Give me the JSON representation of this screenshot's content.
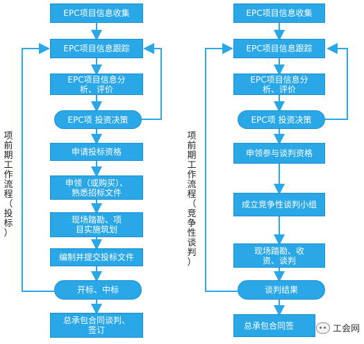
{
  "left": {
    "side_label": [
      "项",
      "前",
      "期",
      "工",
      "作",
      "流",
      "程",
      "（",
      "投",
      "标",
      "）"
    ],
    "steps": [
      "EPC项目信息收集",
      "EPC项目信息跟踪",
      "EPC项目信息分析、评价",
      "EPC项 投资决策",
      "申请投标资格",
      "申领（或购买）、熟悉招标文件",
      "现场踏勘、项目实施筑划",
      "编制并提交投标文件",
      "开标、中标",
      "总承包合同谈判、签订"
    ]
  },
  "right": {
    "side_label": [
      "项",
      "前",
      "期",
      "工",
      "作",
      "流",
      "程",
      "（",
      "竞",
      "争",
      "性",
      "谈",
      "判",
      "）"
    ],
    "steps": [
      "EPC项目信息收集",
      "EPC项目信息跟踪",
      "EPC项目信息分析、评价",
      "EPC项 投资决策",
      "申领参与谈判资格",
      "成立竞争性谈判小组",
      "现场踏勘、收资、谈判",
      "谈判结果",
      "总承包合同签"
    ]
  },
  "watermark": "工会网",
  "colors": {
    "box_fill": "#2aa7e7",
    "line": "#2aa7e7"
  }
}
